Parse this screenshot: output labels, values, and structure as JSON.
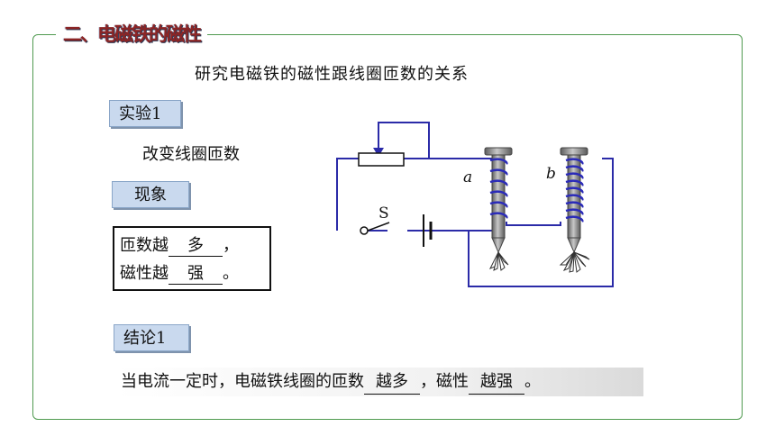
{
  "header": {
    "label": "二、电磁铁的磁性"
  },
  "title": "研究电磁铁的磁性跟线圈匝数的关系",
  "experiment": {
    "tag": "实验1",
    "description": "改变线圈匝数"
  },
  "phenomenon": {
    "tag": "现象",
    "line1_prefix": "匝数越",
    "line1_answer": "多",
    "line1_suffix": "，",
    "line2_prefix": "磁性越",
    "line2_answer": "强",
    "line2_suffix": "。"
  },
  "conclusion": {
    "tag": "结论1",
    "prefix": "当电流一定时，电磁铁线圈的匝数",
    "answer1": "越多",
    "middle": "，磁性",
    "answer2": "越强",
    "suffix": "。"
  },
  "circuit": {
    "label_a": "a",
    "label_b": "b",
    "label_switch": "S",
    "wire_color": "#2b2ba8",
    "coil_color": "#2b2bb8"
  }
}
